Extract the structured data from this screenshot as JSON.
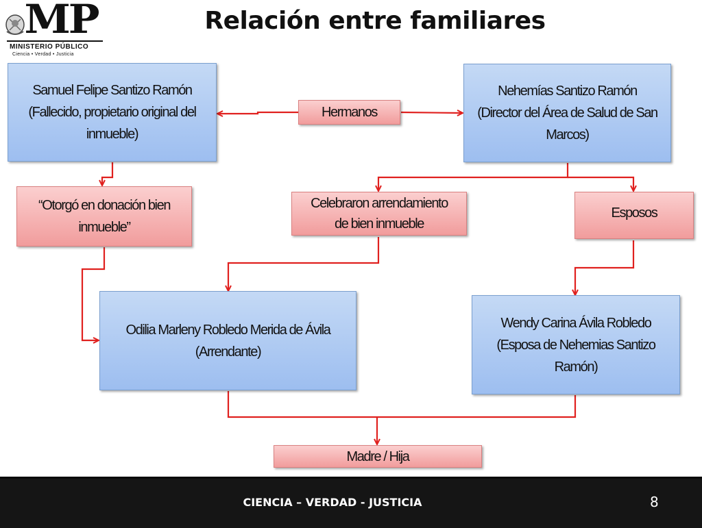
{
  "logo": {
    "mark": "MP",
    "name": "MINISTERIO PÚBLICO",
    "motto": "Ciencia  •  Verdad  •  Justicia"
  },
  "title": "Relación entre familiares",
  "nodes": {
    "samuel": {
      "line1": "Samuel Felipe Santizo Ramón",
      "line2": "(Fallecido, propietario original del",
      "line3": "inmueble)"
    },
    "nehemias": {
      "line1": "Nehemías Santizo Ramón",
      "line2": "(Director del Área de Salud de San",
      "line3": "Marcos)"
    },
    "odilia": {
      "line1": "Odilia Marleny Robledo Merida de Ávila",
      "line2": "(Arrendante)"
    },
    "wendy": {
      "line1": "Wendy Carina Ávila Robledo",
      "line2": "(Esposa de Nehemias Santizo",
      "line3": "Ramón)"
    }
  },
  "relations": {
    "hermanos": "Hermanos",
    "donacion": {
      "line1": "“Otorgó en donación bien",
      "line2": "inmueble”"
    },
    "arrendamiento": {
      "line1": "Celebraron arrendamiento",
      "line2": "de bien inmueble"
    },
    "esposos": "Esposos",
    "madre_hija": "Madre / Hija"
  },
  "footer": {
    "slogan": "CIENCIA – VERDAD - JUSTICIA",
    "page_number": "8"
  },
  "colors": {
    "person_box": "#9dbef0",
    "relation_box": "#f19c9c",
    "arrow": "#e0201e",
    "footer_bg": "#151515"
  }
}
